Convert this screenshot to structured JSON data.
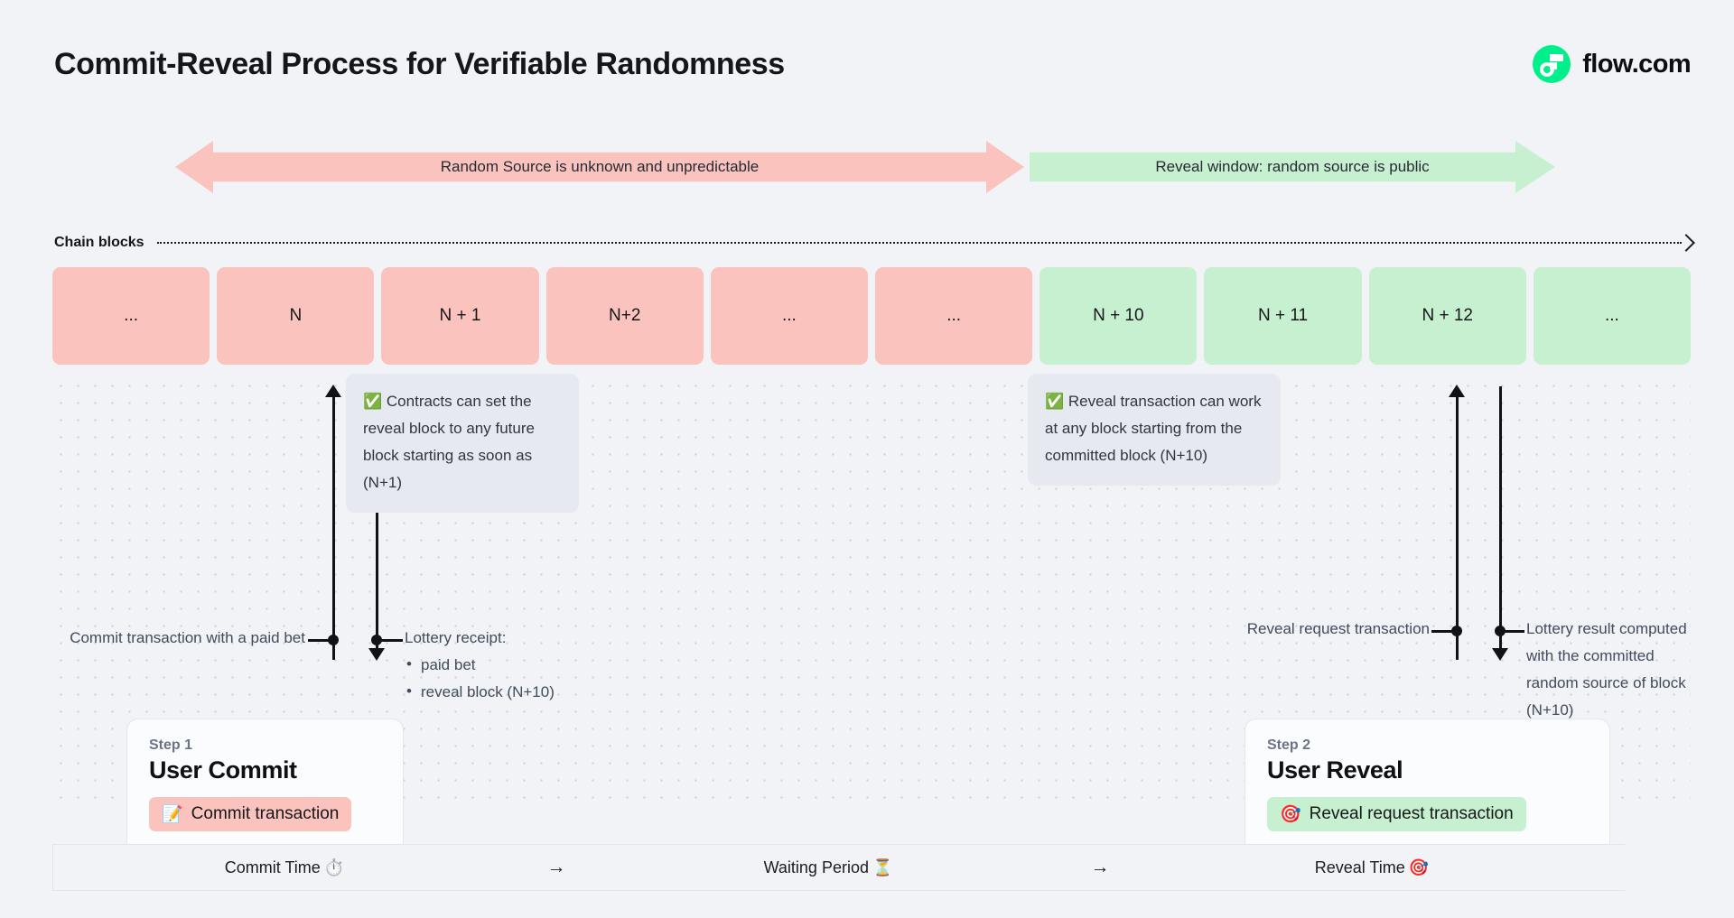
{
  "header": {
    "title": "Commit-Reveal Process for Verifiable Randomness",
    "brand_name": "flow.com",
    "brand_color": "#00ef8b"
  },
  "banners": [
    {
      "id": "unknown",
      "label": "Random Source is unknown and unpredictable",
      "color": "#fbc3bd",
      "direction": "double"
    },
    {
      "id": "reveal",
      "label": "Reveal window: random source is public",
      "color": "#c6f0cf",
      "direction": "right"
    }
  ],
  "chain": {
    "label": "Chain blocks",
    "blocks": [
      {
        "label": "...",
        "state": "pink"
      },
      {
        "label": "N",
        "state": "pink"
      },
      {
        "label": "N + 1",
        "state": "pink"
      },
      {
        "label": "N+2",
        "state": "pink"
      },
      {
        "label": "...",
        "state": "pink"
      },
      {
        "label": "...",
        "state": "pink"
      },
      {
        "label": "N + 10",
        "state": "green"
      },
      {
        "label": "N + 11",
        "state": "green"
      },
      {
        "label": "N + 12",
        "state": "green"
      },
      {
        "label": "...",
        "state": "green"
      }
    ],
    "pink_color": "#fbc3bd",
    "green_color": "#c6f0cf"
  },
  "callouts": [
    {
      "id": "contracts-reveal-block",
      "emoji": "✅",
      "text": "Contracts can set the reveal block to any future block starting as soon as (N+1)"
    },
    {
      "id": "reveal-any-block",
      "emoji": "✅",
      "text": "Reveal transaction can work at any block starting from the committed block (N+10)"
    }
  ],
  "annotations": {
    "commit_tx": "Commit transaction with a paid bet",
    "lottery_receipt_title": "Lottery receipt:",
    "lottery_receipt_items": [
      "paid bet",
      "reveal block (N+10)"
    ],
    "reveal_request": "Reveal request transaction",
    "lottery_result": "Lottery result computed with the committed random source of block (N+10)"
  },
  "steps": [
    {
      "kicker": "Step 1",
      "title": "User Commit",
      "pill_emoji": "📝",
      "pill_label": "Commit transaction",
      "pill_color": "#fbc3bd"
    },
    {
      "kicker": "Step 2",
      "title": "User Reveal",
      "pill_emoji": "🎯",
      "pill_label": "Reveal request transaction",
      "pill_color": "#c6f0cf"
    }
  ],
  "timeline": {
    "segments": [
      {
        "label": "Commit Time",
        "emoji": "⏱️"
      },
      {
        "label": "Waiting Period",
        "emoji": "⏳"
      },
      {
        "label": "Reveal Time",
        "emoji": "🎯"
      }
    ],
    "arrow": "→"
  }
}
